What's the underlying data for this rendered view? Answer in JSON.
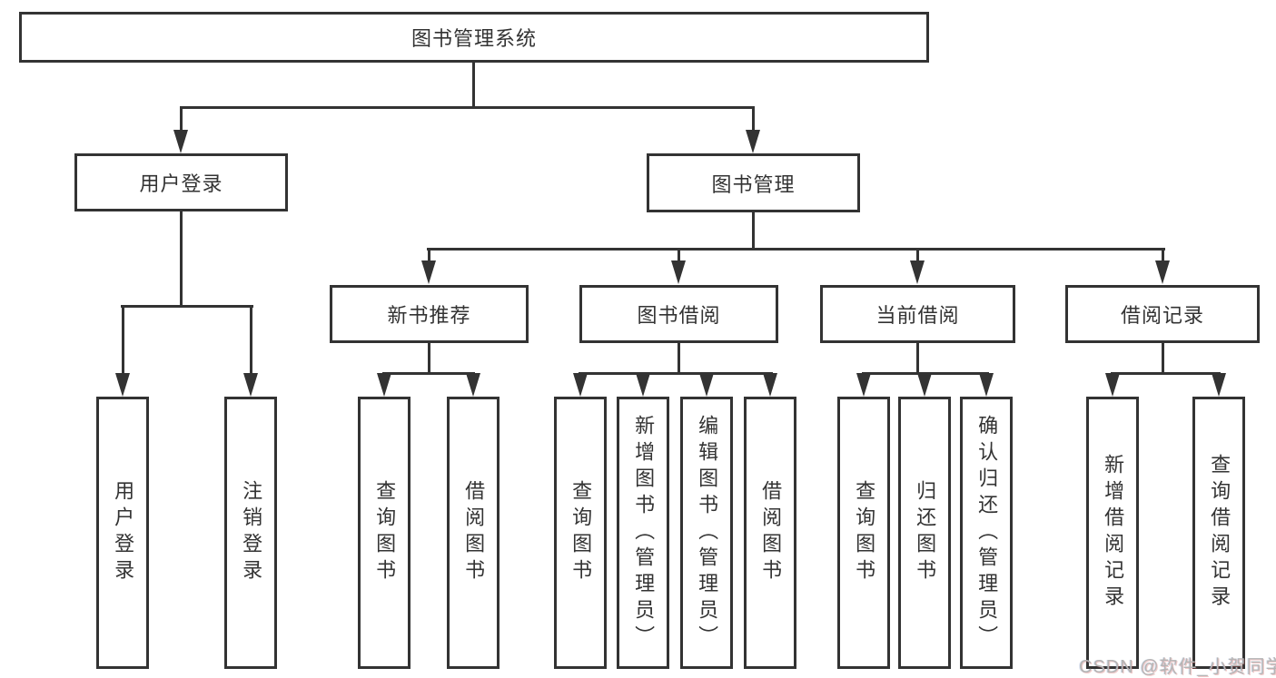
{
  "nodes": {
    "root": {
      "label": "图书管理系统"
    },
    "user_login": {
      "label": "用户登录"
    },
    "book_management": {
      "label": "图书管理"
    },
    "new_book_recommend": {
      "label": "新书推荐"
    },
    "book_borrow": {
      "label": "图书借阅"
    },
    "current_borrow": {
      "label": "当前借阅"
    },
    "borrow_record": {
      "label": "借阅记录"
    },
    "leaves_user_login": [
      "用户登录",
      "注销登录"
    ],
    "leaves_new_book": [
      "查询图书",
      "借阅图书"
    ],
    "leaves_book_borrow": [
      "查询图书",
      "新增图书（管理员）",
      "编辑图书（管理员）",
      "借阅图书"
    ],
    "leaves_current_borrow": [
      "查询图书",
      "归还图书",
      "确认归还（管理员）"
    ],
    "leaves_borrow_record": [
      "新增借阅记录",
      "查询借阅记录"
    ]
  },
  "watermark": {
    "text": "CSDN @软件_小贺同学"
  },
  "colors": {
    "line": "#333333",
    "text": "#333333",
    "background": "#ffffff",
    "watermark": "#b5b5b5"
  }
}
